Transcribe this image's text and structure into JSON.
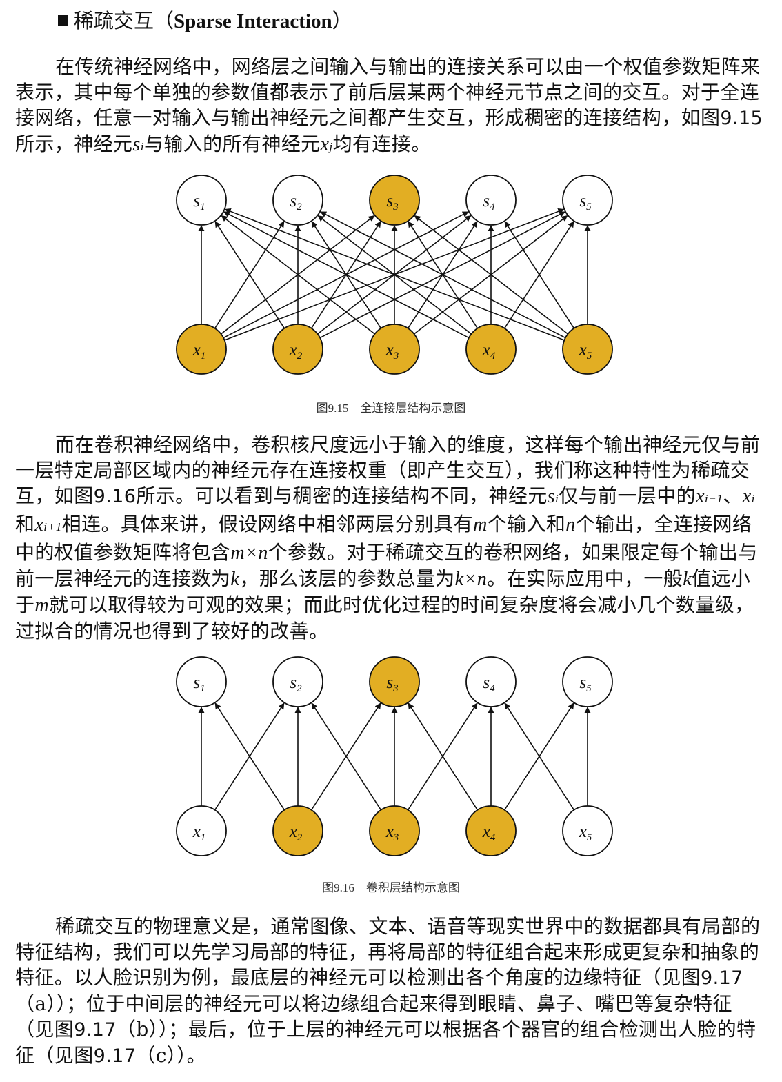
{
  "heading": {
    "prefix": "稀疏交互（",
    "bold": "Sparse Interaction",
    "suffix": "）"
  },
  "p1": {
    "a": "在传统神经网络中，网络层之间输入与输出的连接关系可以由一个权值参数矩阵来表示，其中每个单独的参数值都表示了前后层某两个神经元节点之间的交互。对于全连接网络，任意一对输入与输出神经元之间都产生交互，形成稠密的连接结构，如图",
    "fig_ref": "9.15",
    "b": "所示，神经元",
    "s": "s",
    "s_sub": "i",
    "c": "与输入的所有神经元",
    "x": "x",
    "x_sub": "j",
    "d": "均有连接。"
  },
  "fig1": {
    "caption": "图9.15　全连接层结构示意图",
    "top_labels": [
      "s1",
      "s2",
      "s3",
      "s4",
      "s5"
    ],
    "bottom_labels": [
      "x1",
      "x2",
      "x3",
      "x4",
      "x5"
    ],
    "top_highlight": [
      false,
      false,
      true,
      false,
      false
    ],
    "bottom_highlight": [
      true,
      true,
      true,
      true,
      true
    ],
    "edges": [
      [
        0,
        0
      ],
      [
        0,
        1
      ],
      [
        0,
        2
      ],
      [
        0,
        3
      ],
      [
        0,
        4
      ],
      [
        1,
        0
      ],
      [
        1,
        1
      ],
      [
        1,
        2
      ],
      [
        1,
        3
      ],
      [
        1,
        4
      ],
      [
        2,
        0
      ],
      [
        2,
        1
      ],
      [
        2,
        2
      ],
      [
        2,
        3
      ],
      [
        2,
        4
      ],
      [
        3,
        0
      ],
      [
        3,
        1
      ],
      [
        3,
        2
      ],
      [
        3,
        3
      ],
      [
        3,
        4
      ],
      [
        4,
        0
      ],
      [
        4,
        1
      ],
      [
        4,
        2
      ],
      [
        4,
        3
      ],
      [
        4,
        4
      ]
    ]
  },
  "p2": {
    "a": "而在卷积神经网络中，卷积核尺度远小于输入的维度，这样每个输出神经元仅与前一层特定局部区域内的神经元存在连接权重（即产生交互），我们称这种特性为稀疏交互，如图",
    "fig_ref": "9.16",
    "b": "所示。可以看到与稠密的连接结构不同，神经元",
    "s": "s",
    "s_sub": "i",
    "c": "仅与前一层中的",
    "x1": "x",
    "x1_sub": "i−1",
    "sep": "、",
    "x2": "x",
    "x2_sub": "i",
    "and": "和",
    "x3": "x",
    "x3_sub": "i+1",
    "d": "相连。具体来讲，假设网络中相邻两层分别具有",
    "m": "m",
    "e": "个输入和",
    "n": "n",
    "f": "个输出，全连接网络中的权值参数矩阵将包含",
    "mxn": "m×n",
    "g": "个参数。对于稀疏交互的卷积网络，如果限定每个输出与前一层神经元的连接数为",
    "k": "k",
    "h": "，那么该层的参数总量为",
    "kxn": "k×n",
    "i": "。在实际应用中，一般",
    "k2": "k",
    "j": "值远小于",
    "m2": "m",
    "l": "就可以取得较为可观的效果；而此时优化过程的时间复杂度将会减小几个数量级，过拟合的情况也得到了较好的改善。"
  },
  "fig2": {
    "caption": "图9.16　卷积层结构示意图",
    "top_labels": [
      "s1",
      "s2",
      "s3",
      "s4",
      "s5"
    ],
    "bottom_labels": [
      "x1",
      "x2",
      "x3",
      "x4",
      "x5"
    ],
    "top_highlight": [
      false,
      false,
      true,
      false,
      false
    ],
    "bottom_highlight": [
      false,
      true,
      true,
      true,
      false
    ],
    "edges": [
      [
        0,
        0
      ],
      [
        0,
        1
      ],
      [
        1,
        0
      ],
      [
        1,
        1
      ],
      [
        1,
        2
      ],
      [
        2,
        1
      ],
      [
        2,
        2
      ],
      [
        2,
        3
      ],
      [
        3,
        2
      ],
      [
        3,
        3
      ],
      [
        3,
        4
      ],
      [
        4,
        3
      ],
      [
        4,
        4
      ]
    ]
  },
  "p3": {
    "a": "稀疏交互的物理意义是，通常图像、文本、语音等现实世界中的数据都具有局部的特征结构，我们可以先学习局部的特征，再将局部的特征组合起来形成更复杂和抽象的特征。以人脸识别为例，最底层的神经元可以检测出各个角度的边缘特征（见图",
    "ref_a": "9.17",
    "b": "（a））；位于中间层的神经元可以将边缘组合起来得到眼睛、鼻子、嘴巴等复杂特征（见图",
    "ref_b": "9.17",
    "c": "（b））；最后，位于上层的神经元可以根据各个器官的组合检测出人脸的特征（见图",
    "ref_c": "9.17",
    "d": "（c））。"
  },
  "colors": {
    "highlight": "#E2AE23",
    "stroke": "#111111",
    "plain": "#ffffff"
  }
}
